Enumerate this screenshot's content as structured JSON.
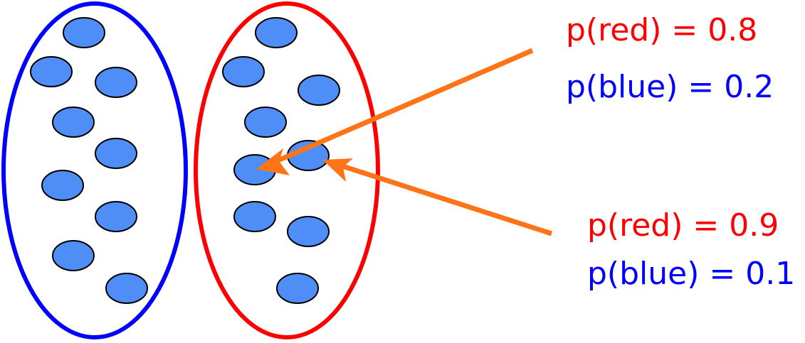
{
  "colors": {
    "blue_cluster_outline": "#0000ff",
    "red_cluster_outline": "#ff0000",
    "point_fill": "#4f8ef7",
    "point_stroke": "#000000",
    "arrow": "#ff7417",
    "red_text": "#ff0000",
    "blue_text": "#0000ff"
  },
  "annotations": [
    {
      "red": "p(red) = 0.8",
      "blue": "p(blue) = 0.2"
    },
    {
      "red": "p(red) = 0.9",
      "blue": "p(blue) = 0.1"
    }
  ]
}
